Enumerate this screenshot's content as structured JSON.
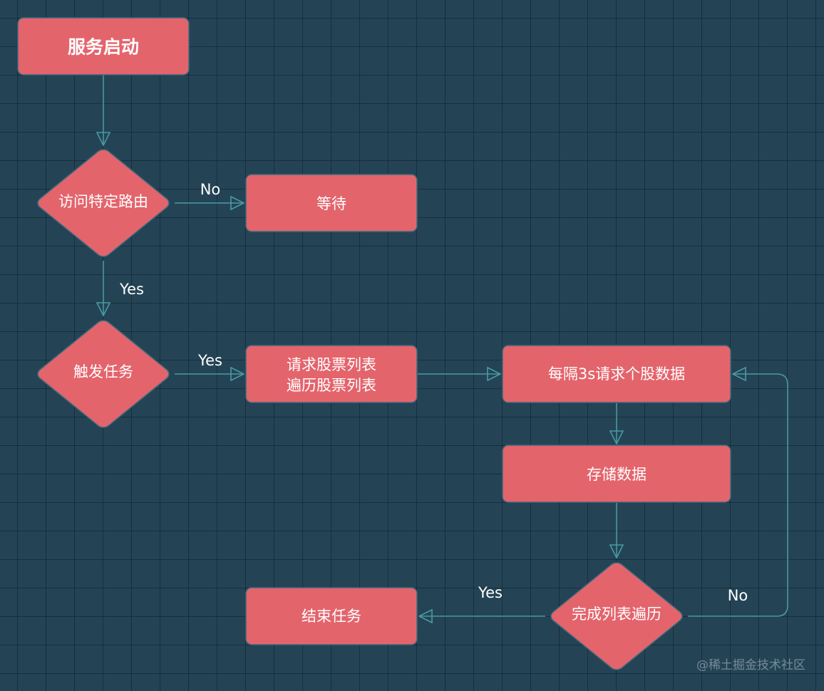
{
  "diagram": {
    "nodes": {
      "start": {
        "label": "服务启动"
      },
      "check_route": {
        "label": "访问特定路由"
      },
      "wait": {
        "label": "等待"
      },
      "trigger_task": {
        "label": "触发任务"
      },
      "fetch_list": {
        "line1": "请求股票列表",
        "line2": "遍历股票列表"
      },
      "fetch_stock": {
        "label": "每隔3s请求个股数据"
      },
      "store": {
        "label": "存储数据"
      },
      "list_done": {
        "label": "完成列表遍历"
      },
      "end_task": {
        "label": "结束任务"
      }
    },
    "edges": {
      "route_no": "No",
      "route_yes": "Yes",
      "trigger_yes": "Yes",
      "done_yes": "Yes",
      "done_no": "No"
    }
  },
  "watermark": "@稀土掘金技术社区",
  "colors": {
    "background": "#244456",
    "grid": "#0e1c26",
    "node_fill": "#e4646c",
    "edge": "#4a9aa2"
  }
}
